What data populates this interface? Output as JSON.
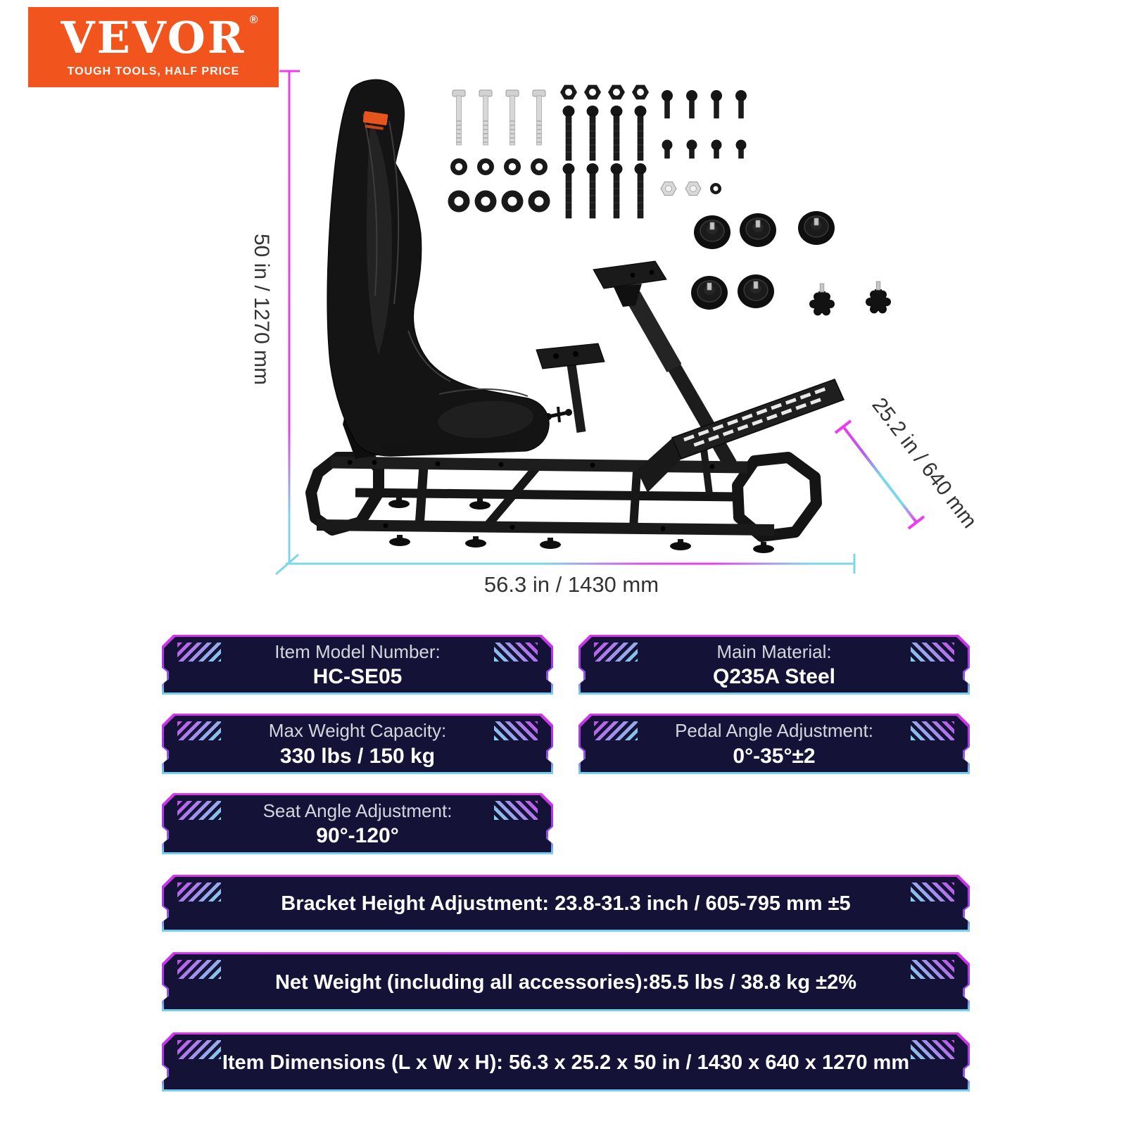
{
  "brand": {
    "name": "VEVOR",
    "registered_mark": "®",
    "tagline": "TOUGH TOOLS, HALF PRICE",
    "logo_color": "#f2541d"
  },
  "diagram": {
    "labels": {
      "height": "50 in / 1270 mm",
      "length": "56.3 in / 1430 mm",
      "depth": "25.2 in / 640 mm"
    },
    "colors": {
      "dimension_magenta": "#ee3bee",
      "dimension_cyan": "#7cd8e8",
      "product_black": "#141414"
    }
  },
  "banner_colors": {
    "background": "#141337",
    "border_top": "#d935ec",
    "border_bottom": "#74d7ec"
  },
  "specs": {
    "model": {
      "label": "Item Model Number:",
      "value": "HC-SE05"
    },
    "material": {
      "label": "Main Material:",
      "value": "Q235A Steel"
    },
    "max_weight": {
      "label": "Max Weight Capacity:",
      "value": "330 lbs / 150 kg"
    },
    "pedal_angle": {
      "label": "Pedal Angle Adjustment:",
      "value": "0°-35°±2"
    },
    "seat_angle": {
      "label": "Seat Angle Adjustment:",
      "value": "90°-120°"
    },
    "bracket_height": {
      "text": "Bracket Height Adjustment: 23.8-31.3 inch / 605-795 mm ±5"
    },
    "net_weight": {
      "text": "Net Weight (including all accessories):85.5 lbs / 38.8 kg ±2%"
    },
    "dimensions": {
      "text": "Item Dimensions (L x W x H): 56.3 x 25.2 x 50 in / 1430 x 640 x 1270 mm"
    }
  }
}
